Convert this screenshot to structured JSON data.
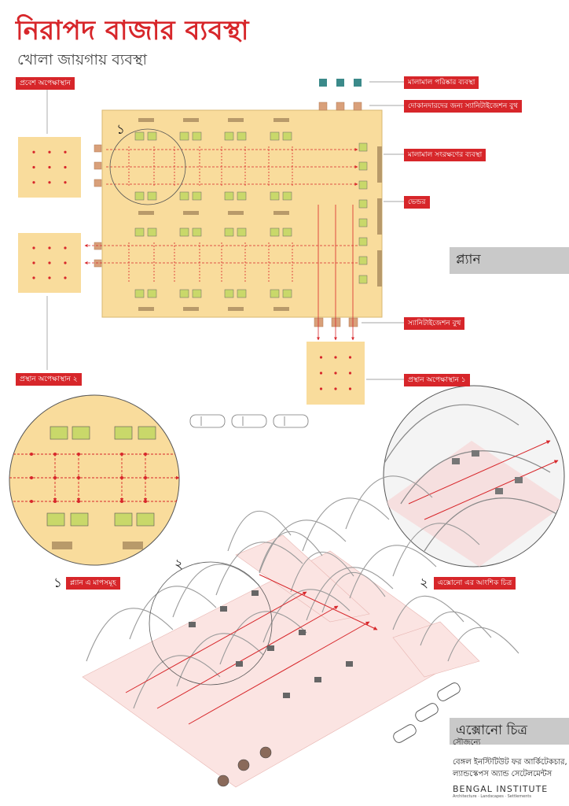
{
  "title": "নিরাপদ বাজার ব্যবস্থা",
  "subtitle": "খোলা জায়গায় ব্যবস্থা",
  "labels": {
    "entry_waiting": "প্রবেশ অপেক্ষাস্থান",
    "goods_cleaning": "মালামাল পরিষ্কার ব্যবস্থা",
    "shopkeeper_sanitization": "দোকানদারদের জন্য স্যানিটাইজেশন বুথ",
    "goods_storage": "মালামাল সংরক্ষণের ব্যবস্থা",
    "vendor": "ভেন্ডর",
    "plan": "প্ল্যান",
    "sanitization_booth": "স্যানিটাইজেশন বুথ",
    "exit_waiting_1": "প্রস্থান অপেক্ষাস্থান ১",
    "exit_waiting_2": "প্রস্থান অপেক্ষাস্থান ২",
    "detail_1_num": "১",
    "detail_1": "প্ল্যান এ মাপসমূহ",
    "detail_2_num": "২",
    "detail_2": "এক্সোনো এর আংশিক চিত্র",
    "axono": "এক্সোনো চিত্র",
    "plan_marker": "১",
    "axono_marker": "২"
  },
  "credits": {
    "courtesy": "সৌজন্যে",
    "line1": "বেঙ্গল ইনস্টিটিউট ফর আর্কিটেকচার,",
    "line2": "ল্যান্ডস্কেপস অ্যান্ড সেটেলমেন্টস"
  },
  "logo": {
    "name": "BENGAL INSTITUTE",
    "tagline": "Architecture · Landscapes · Settlements"
  },
  "colors": {
    "accent": "#d7262a",
    "floor": "#f9dc9c",
    "stall": "#c9d86a",
    "booth": "#d9a07a",
    "station": "#3b8a8a"
  }
}
